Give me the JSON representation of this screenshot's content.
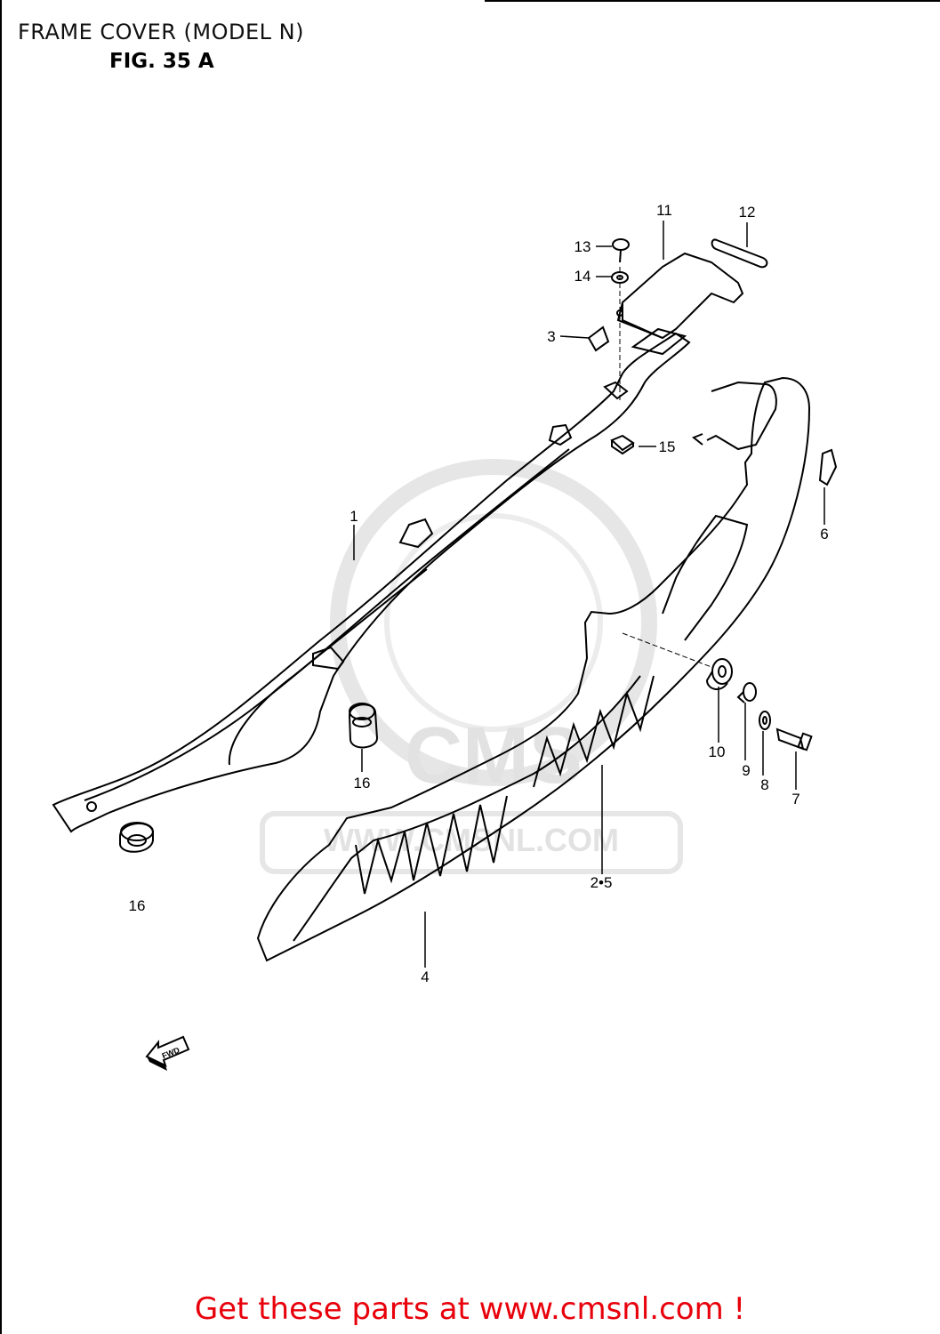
{
  "header": {
    "title": "FRAME COVER (MODEL N)",
    "figure": "FIG. 35 A"
  },
  "diagram": {
    "callouts": {
      "p1": "1",
      "p2_5": "2•5",
      "p3": "3",
      "p4": "4",
      "p6": "6",
      "p7": "7",
      "p8": "8",
      "p9": "9",
      "p10": "10",
      "p11": "11",
      "p12": "12",
      "p13": "13",
      "p14": "14",
      "p15": "15",
      "p16a": "16",
      "p16b": "16"
    },
    "fwd_label": "FWD",
    "watermark": {
      "logo_text": "CMS",
      "url_text": "WWW.CMSNL.COM"
    }
  },
  "footer": {
    "link_text": "Get these parts at www.cmsnl.com !"
  },
  "colors": {
    "link": "#e8000b",
    "line": "#000000",
    "watermark": "#e2e2e2"
  }
}
